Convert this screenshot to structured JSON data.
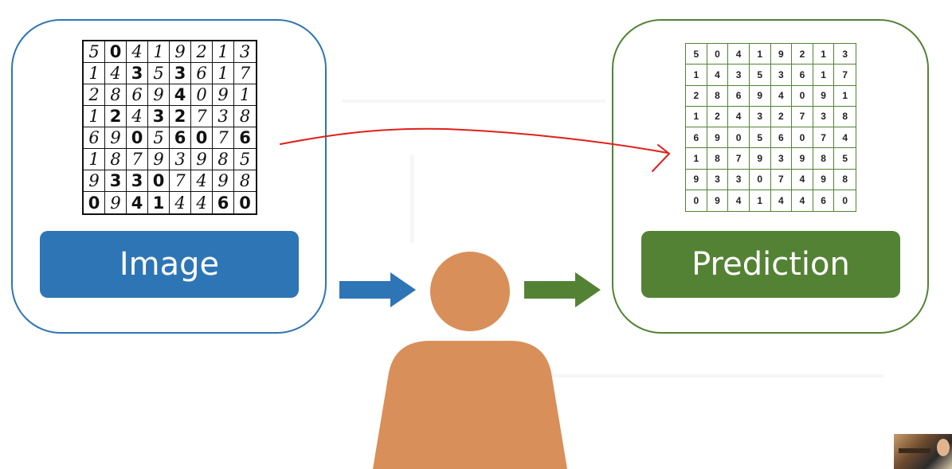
{
  "image_label": "Image",
  "prediction_label": "Prediction",
  "handwritten_digits": [
    [
      "5",
      "0",
      "4",
      "1",
      "9",
      "2",
      "1",
      "3"
    ],
    [
      "1",
      "4",
      "3",
      "5",
      "3",
      "6",
      "1",
      "7"
    ],
    [
      "2",
      "8",
      "6",
      "9",
      "4",
      "0",
      "9",
      "1"
    ],
    [
      "1",
      "2",
      "4",
      "3",
      "2",
      "7",
      "3",
      "8"
    ],
    [
      "6",
      "9",
      "0",
      "5",
      "6",
      "0",
      "7",
      "6"
    ],
    [
      "1",
      "8",
      "7",
      "9",
      "3",
      "9",
      "8",
      "5"
    ],
    [
      "9",
      "3",
      "3",
      "0",
      "7",
      "4",
      "9",
      "8"
    ],
    [
      "0",
      "9",
      "4",
      "1",
      "4",
      "4",
      "6",
      "0"
    ]
  ],
  "predicted_digits": [
    [
      "5",
      "0",
      "4",
      "1",
      "9",
      "2",
      "1",
      "3"
    ],
    [
      "1",
      "4",
      "3",
      "5",
      "3",
      "6",
      "1",
      "7"
    ],
    [
      "2",
      "8",
      "6",
      "9",
      "4",
      "0",
      "9",
      "1"
    ],
    [
      "1",
      "2",
      "4",
      "3",
      "2",
      "7",
      "3",
      "8"
    ],
    [
      "6",
      "9",
      "0",
      "5",
      "6",
      "0",
      "7",
      "4"
    ],
    [
      "1",
      "8",
      "7",
      "9",
      "3",
      "9",
      "8",
      "5"
    ],
    [
      "9",
      "3",
      "3",
      "0",
      "7",
      "4",
      "9",
      "8"
    ],
    [
      "0",
      "9",
      "4",
      "1",
      "4",
      "4",
      "6",
      "0"
    ]
  ],
  "colors": {
    "image_blue": "#2e75b6",
    "prediction_green": "#548235",
    "person_orange": "#d98f5a",
    "annotation_red": "#e0201a"
  },
  "icons": {
    "person": "person-icon",
    "arrow_in": "arrow-right-icon",
    "arrow_out": "arrow-right-icon"
  }
}
